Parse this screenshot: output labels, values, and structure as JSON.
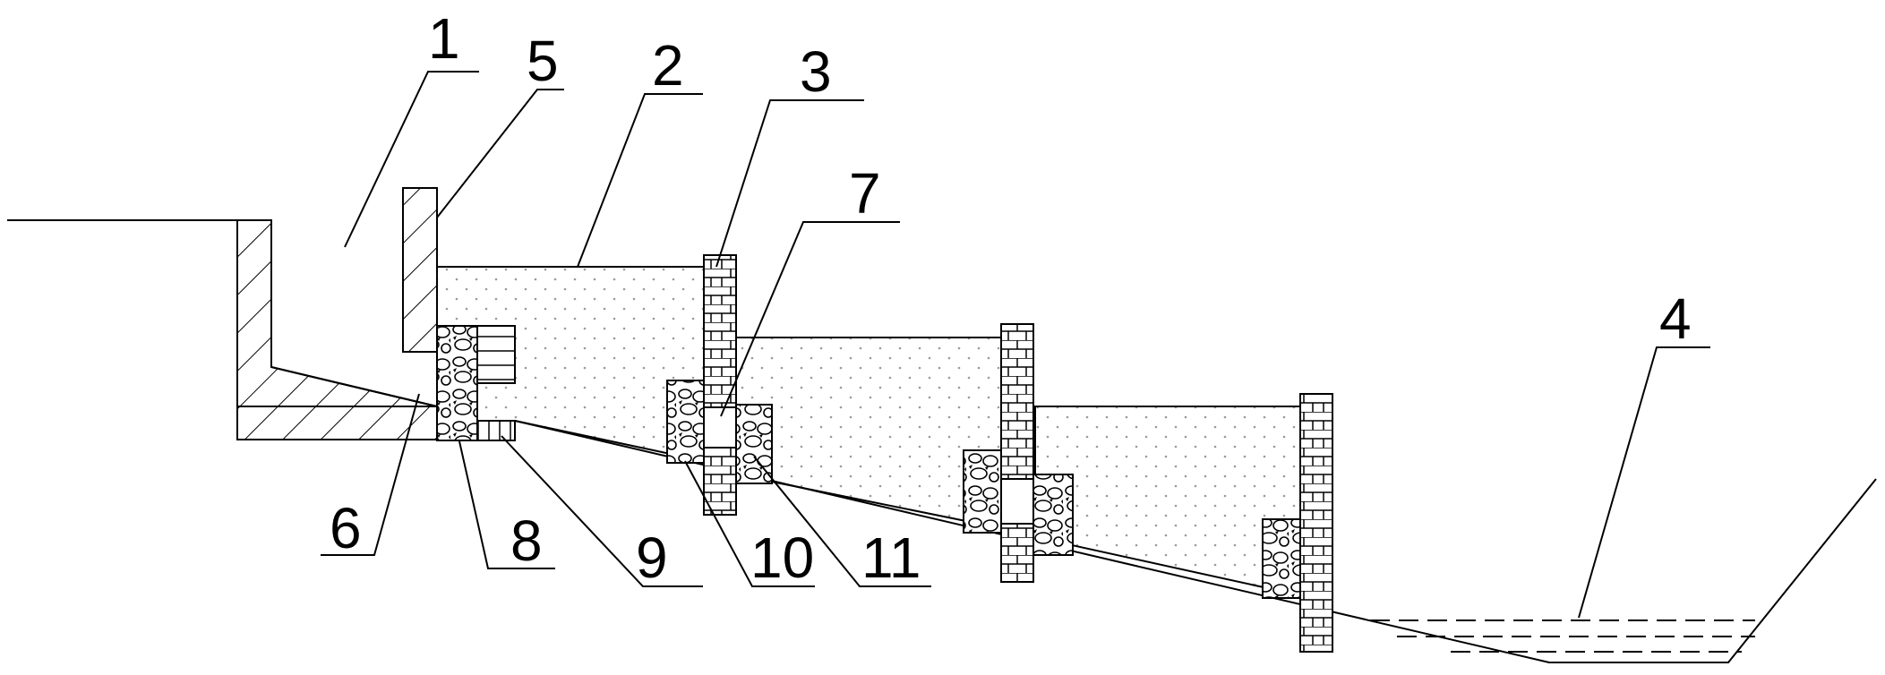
{
  "labels": [
    {
      "id": "1",
      "text": "1"
    },
    {
      "id": "2",
      "text": "2"
    },
    {
      "id": "3",
      "text": "3"
    },
    {
      "id": "4",
      "text": "4"
    },
    {
      "id": "5",
      "text": "5"
    },
    {
      "id": "6",
      "text": "6"
    },
    {
      "id": "7",
      "text": "7"
    },
    {
      "id": "8",
      "text": "8"
    },
    {
      "id": "9",
      "text": "9"
    },
    {
      "id": "10",
      "text": "10"
    },
    {
      "id": "11",
      "text": "11"
    }
  ],
  "colors": {
    "line": "#000000",
    "fill_background": "#ffffff",
    "dots": "#9a9a9a"
  }
}
